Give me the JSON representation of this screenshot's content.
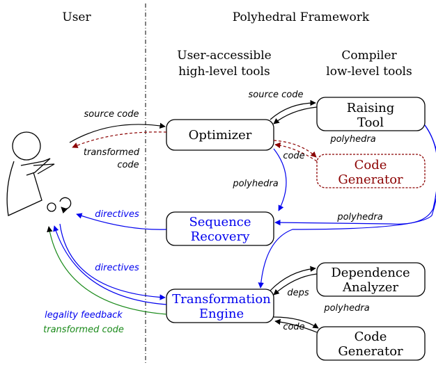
{
  "headers": {
    "user": "User",
    "framework": "Polyhedral Framework",
    "high_level_1": "User-accessible",
    "high_level_2": "high-level tools",
    "low_level_1": "Compiler",
    "low_level_2": "low-level tools"
  },
  "boxes": {
    "optimizer": "Optimizer",
    "sequence_recovery_1": "Sequence",
    "sequence_recovery_2": "Recovery",
    "transformation_engine_1": "Transformation",
    "transformation_engine_2": "Engine",
    "raising_tool_1": "Raising",
    "raising_tool_2": "Tool",
    "code_generator_top_1": "Code",
    "code_generator_top_2": "Generator",
    "dependence_analyzer_1": "Dependence",
    "dependence_analyzer_2": "Analyzer",
    "code_generator_bottom_1": "Code",
    "code_generator_bottom_2": "Generator"
  },
  "edge_labels": {
    "source_code_user": "source code",
    "transformed_code_1": "transformed",
    "transformed_code_2": "code",
    "source_code_raising": "source code",
    "polyhedra_raising": "polyhedra",
    "code_generator_top": "code",
    "polyhedra_optimizer": "polyhedra",
    "directives_sequence": "directives",
    "polyhedra_raising_long": "polyhedra",
    "directives_user": "directives",
    "deps": "deps",
    "polyhedra_engine": "polyhedra",
    "code_engine": "code",
    "legality_feedback": "legality feedback",
    "transformed_code_feedback": "transformed code"
  },
  "colors": {
    "black": "#000000",
    "blue": "#0000ee",
    "dark_red": "#8b0000",
    "green": "#1a8a1a"
  }
}
